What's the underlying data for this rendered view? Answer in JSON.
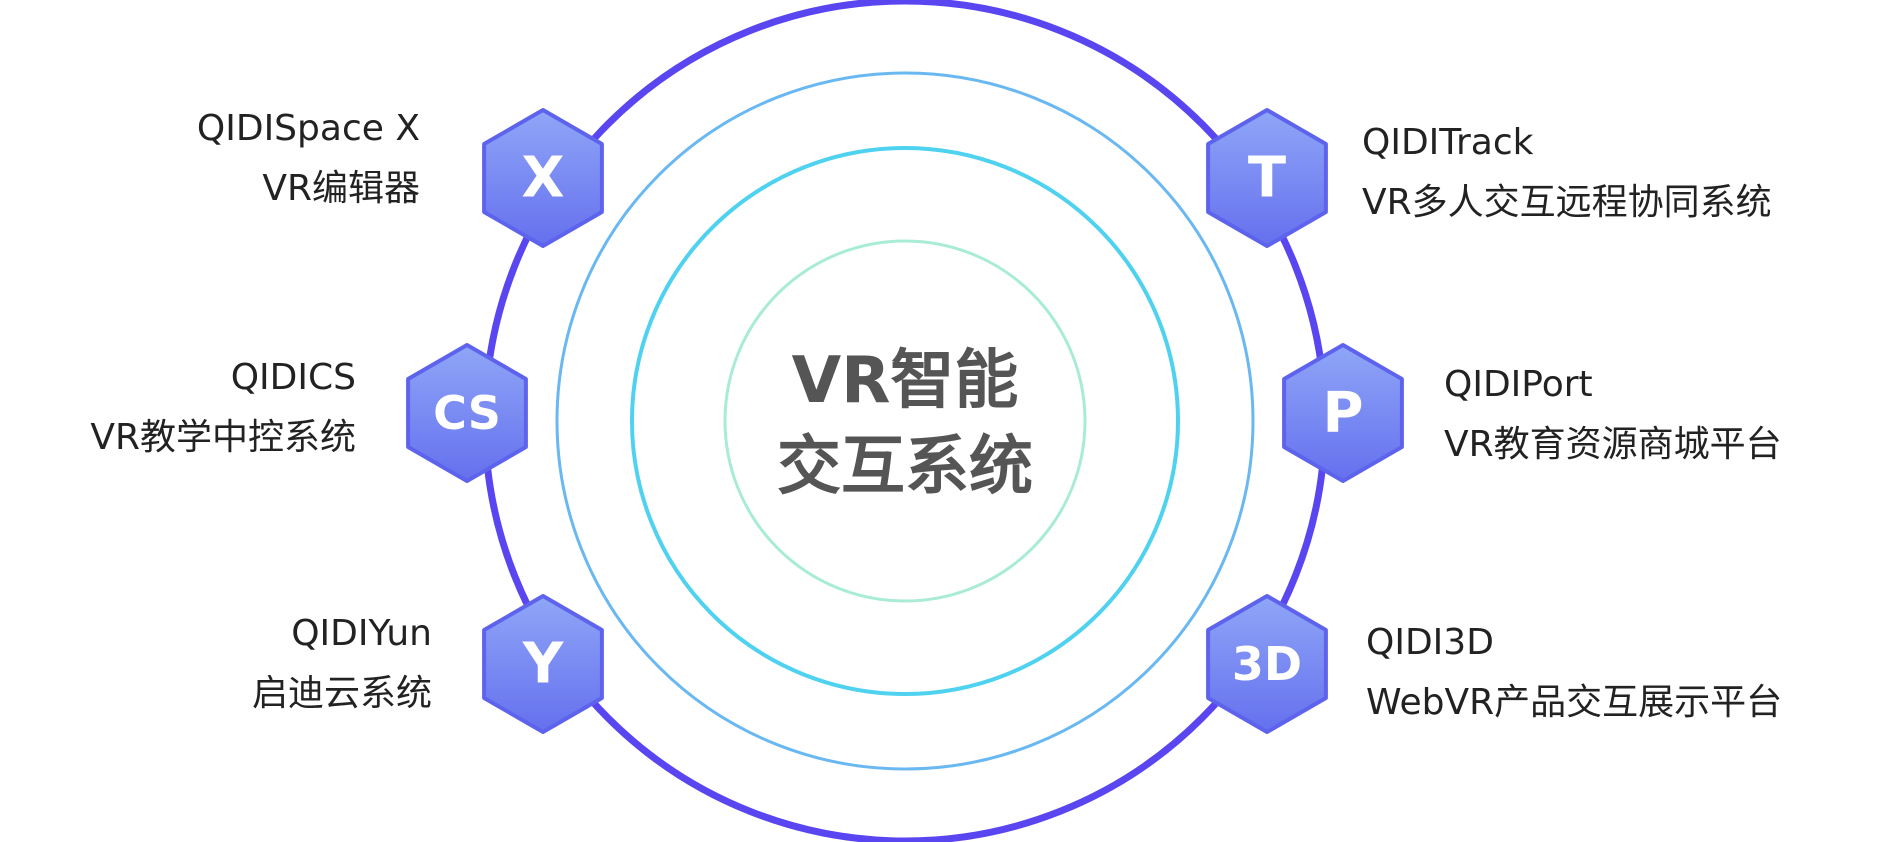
{
  "center": {
    "line1": "VR智能",
    "line2": "交互系统"
  },
  "colors": {
    "outer_ring": "#5a46f0",
    "ring_2": "#6ab8f2",
    "ring_3": "#4fd2f0",
    "inner_ring": "#a8ecd6",
    "hex_fill_top": "#8fa6f7",
    "hex_fill_bottom": "#6570ee",
    "hex_stroke": "#5d63ec"
  },
  "nodes": [
    {
      "letter": "X",
      "name": "QIDISpace X",
      "desc": "VR编辑器",
      "side": "left"
    },
    {
      "letter": "CS",
      "name": "QIDICS",
      "desc": "VR教学中控系统",
      "side": "left"
    },
    {
      "letter": "Y",
      "name": "QIDIYun",
      "desc": "启迪云系统",
      "side": "left"
    },
    {
      "letter": "T",
      "name": "QIDITrack",
      "desc": "VR多人交互远程协同系统",
      "side": "right"
    },
    {
      "letter": "P",
      "name": "QIDIPort",
      "desc": "VR教育资源商城平台",
      "side": "right"
    },
    {
      "letter": "3D",
      "name": "QIDI3D",
      "desc": "WebVR产品交互展示平台",
      "side": "right"
    }
  ]
}
